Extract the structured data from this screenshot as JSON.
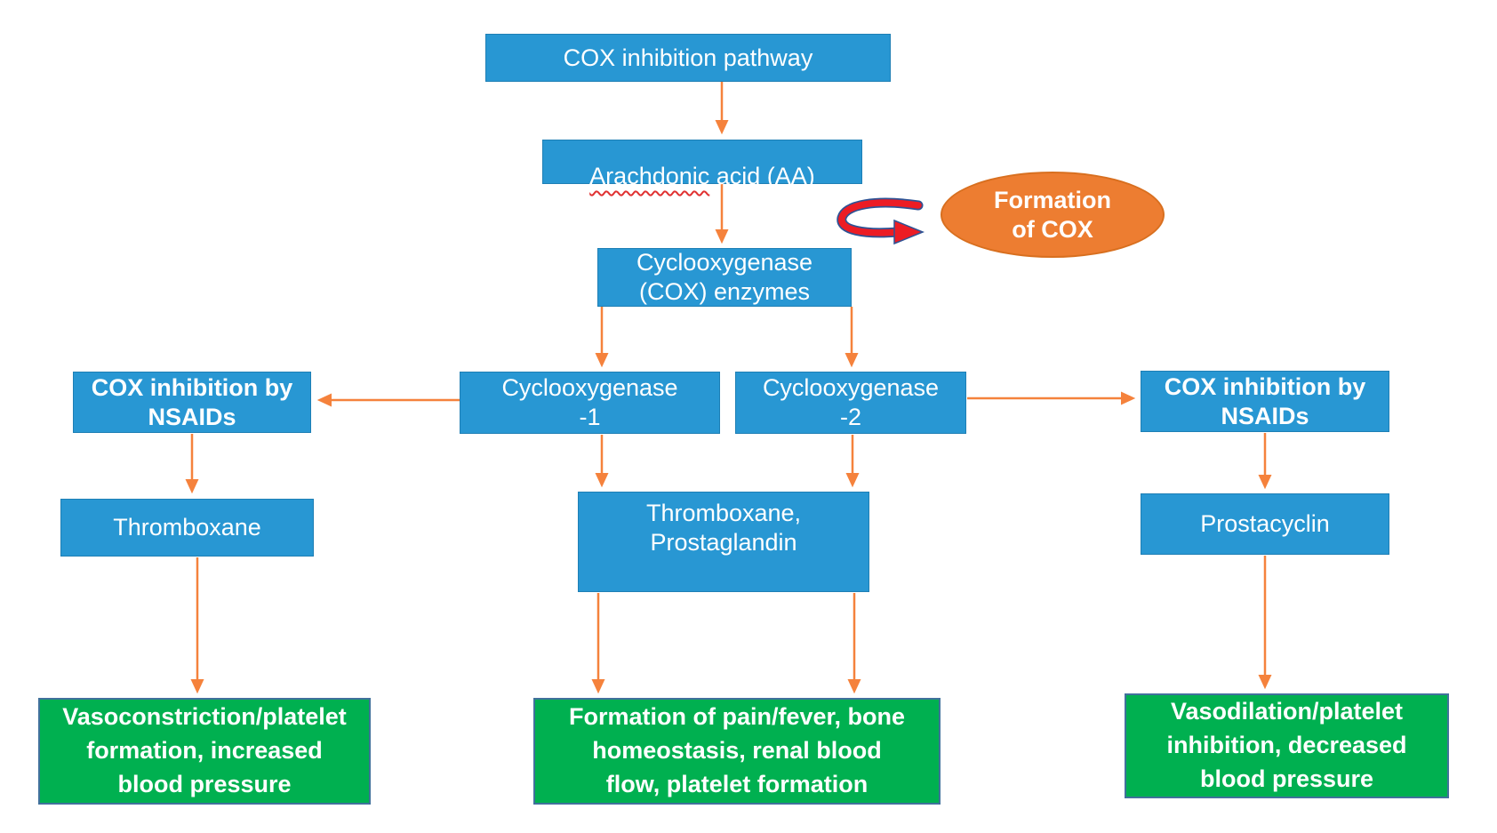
{
  "colors": {
    "node_blue": "#2897D3",
    "blue_border": "#1E7FB5",
    "node_green": "#00B050",
    "green_border": "#41719C",
    "ellipse_orange": "#ED7D31",
    "arrow_orange": "#F5823C",
    "curved_arrow_red": "#EC1C24",
    "curved_arrow_outline": "#2E5395",
    "text_white": "#FFFFFF"
  },
  "diagram": {
    "title": "COX inhibition pathway",
    "nodes": {
      "title": {
        "label": "COX inhibition pathway"
      },
      "arachidonic": {
        "word": "Arachdonic",
        "rest": " acid (AA)"
      },
      "formation_ellipse": {
        "label": "Formation\nof COX"
      },
      "enzymes": {
        "label": "Cyclooxygenase\n(COX) enzymes"
      },
      "cox1": {
        "label": "Cyclooxygenase\n-1"
      },
      "cox2": {
        "label": "Cyclooxygenase\n-2"
      },
      "nsaids_left": {
        "label": "COX inhibition by\nNSAIDs"
      },
      "nsaids_right": {
        "label": "COX inhibition by\nNSAIDs"
      },
      "thromboxane": {
        "label": "Thromboxane"
      },
      "prostacyclin": {
        "label": "Prostacyclin"
      },
      "thromboxane_prostaglandin": {
        "label": "Thromboxane,\nProstaglandin"
      },
      "outcome_left": {
        "label": "Vasoconstriction/platelet\nformation, increased\nblood pressure"
      },
      "outcome_middle": {
        "label": "Formation of pain/fever, bone\nhomeostasis, renal blood\nflow, platelet formation"
      },
      "outcome_right": {
        "label": "Vasodilation/platelet\ninhibition, decreased\nblood pressure"
      }
    }
  }
}
